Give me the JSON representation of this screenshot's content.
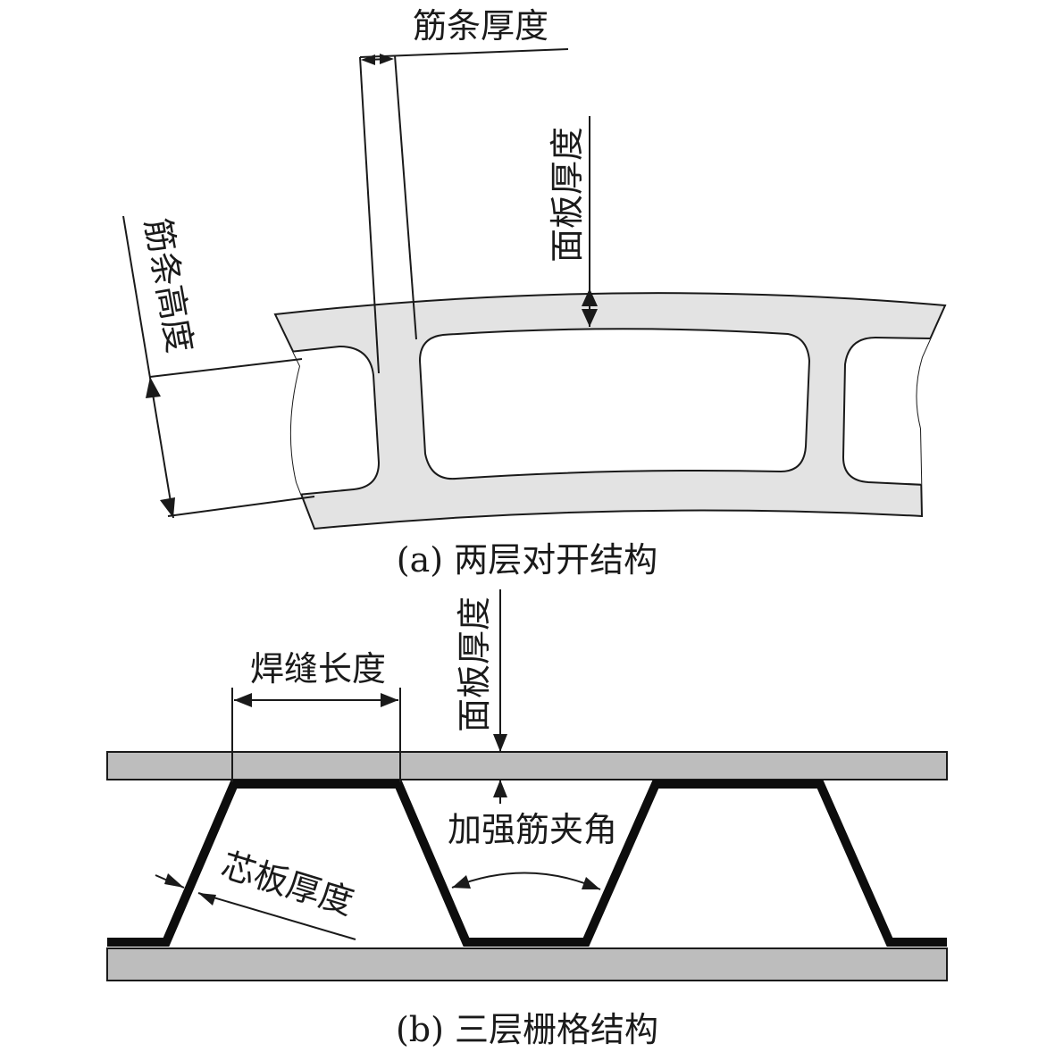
{
  "figure_a": {
    "caption": "(a) 两层对开结构",
    "labels": {
      "rib_thickness": "筋条厚度",
      "panel_thickness": "面板厚度",
      "rib_height": "筋条高度"
    }
  },
  "figure_b": {
    "caption": "(b) 三层栅格结构",
    "labels": {
      "weld_length": "焊缝长度",
      "panel_thickness": "面板厚度",
      "stiffener_angle": "加强筋夹角",
      "core_thickness": "芯板厚度"
    }
  },
  "colors": {
    "fill_light": "#e3e3e3",
    "fill_panel": "#bdbdbd",
    "ink": "#1a1a1a"
  }
}
